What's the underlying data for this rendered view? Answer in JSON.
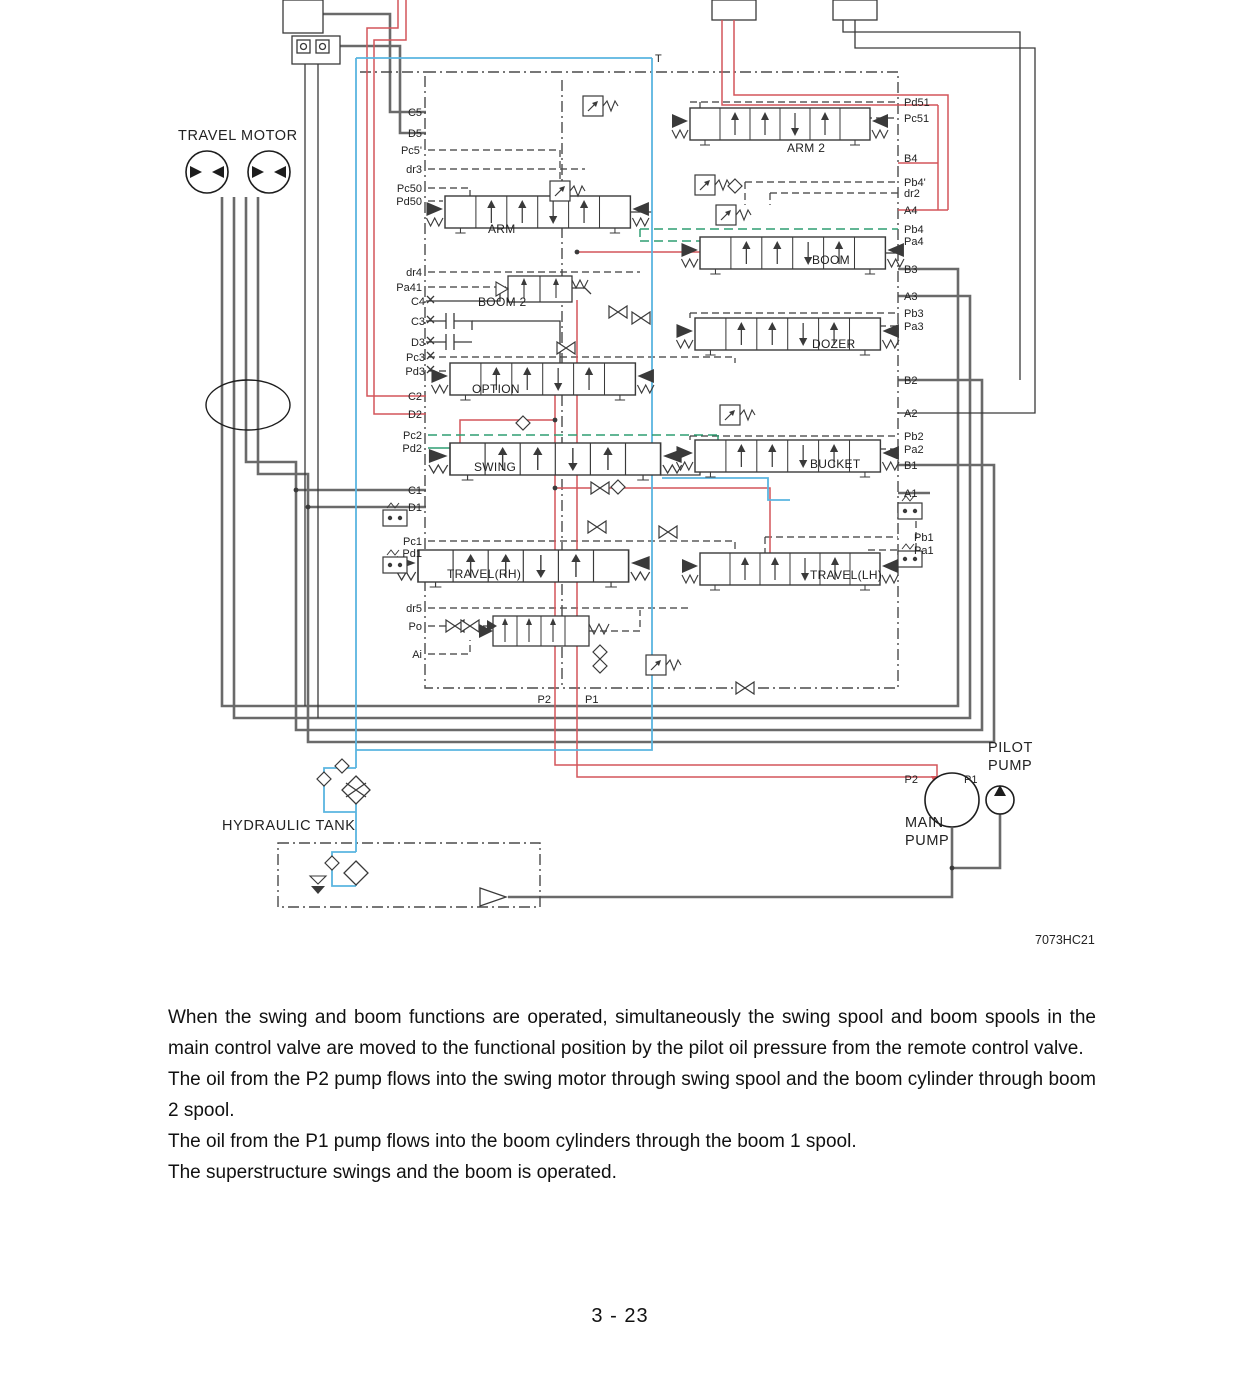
{
  "diagram": {
    "figure_code": "7073HC21",
    "tank_line_label": "T",
    "components": {
      "travel_motor": "TRAVEL MOTOR",
      "hydraulic_tank": "HYDRAULIC TANK",
      "main_pump_line1": "MAIN",
      "main_pump_line2": "PUMP",
      "pilot_pump_line1": "PILOT",
      "pilot_pump_line2": "PUMP"
    },
    "valves": {
      "arm2": "ARM 2",
      "arm": "ARM",
      "boom": "BOOM",
      "boom2": "BOOM 2",
      "dozer": "DOZER",
      "option": "OPTION",
      "swing": "SWING",
      "bucket": "BUCKET",
      "travel_rh": "TRAVEL(RH)",
      "travel_lh": "TRAVEL(LH)"
    },
    "ports_left": [
      "C5",
      "D5",
      "Pc5'",
      "dr3",
      "Pc50",
      "Pd50",
      "dr4",
      "Pa41",
      "C4",
      "C3",
      "D3",
      "Pc3",
      "Pd3",
      "C2",
      "D2",
      "Pc2",
      "Pd2",
      "C1",
      "D1",
      "Pc1",
      "Pd1",
      "dr5",
      "Po",
      "Ai"
    ],
    "ports_right": [
      "Pd51",
      "Pc51",
      "B4",
      "Pb4'",
      "dr2",
      "A4",
      "Pb4",
      "Pa4",
      "B3",
      "A3",
      "Pb3",
      "Pa3",
      "B2",
      "A2",
      "Pb2",
      "Pa2",
      "B1",
      "A1",
      "Pb1",
      "Pa1"
    ],
    "supply_ports": {
      "p2": "P2",
      "p1": "P1"
    },
    "pump_ports": {
      "p2": "P2",
      "p1": "P1"
    },
    "colors": {
      "pressure_line": "#d4555a",
      "tank_line": "#5ab5e0",
      "pilot_line": "#2f9e72",
      "line": "#3a3a3a",
      "work_line": "#6a6a6a"
    }
  },
  "body_text": {
    "paragraphs": [
      "When the swing and boom functions are operated, simultaneously the swing spool and boom spools in the main control valve are moved to the functional position by the pilot oil pressure from the remote control valve.",
      "The oil from the P2 pump flows into the swing motor through swing spool and the boom cylinder through boom 2 spool.",
      "The oil from the P1 pump flows into the boom cylinders through the boom 1 spool.",
      "The superstructure swings and the boom is operated."
    ]
  },
  "footer": {
    "page_number": "3 - 23"
  }
}
